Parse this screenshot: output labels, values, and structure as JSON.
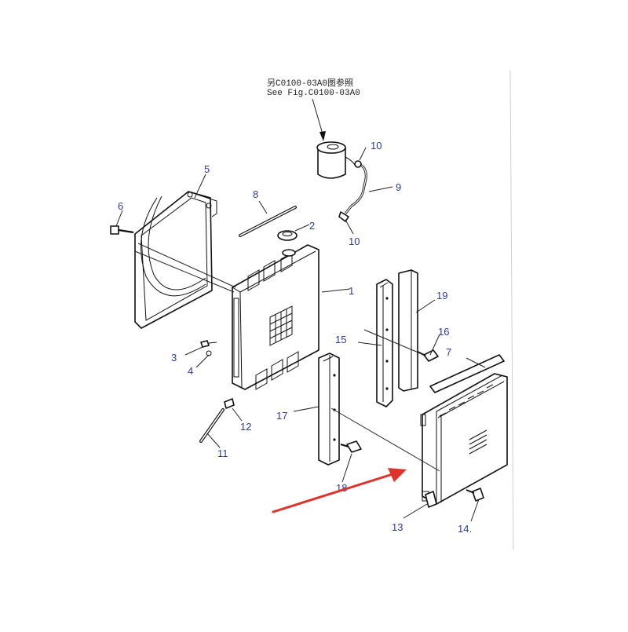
{
  "reference_note": {
    "line1": "另C0100-03A0图参照",
    "line2": "See Fig.C0100-03A0"
  },
  "callouts": [
    "1",
    "2",
    "3",
    "4",
    "5",
    "6",
    "7",
    "8",
    "9",
    "10",
    "10",
    "11",
    "12",
    "13",
    "14.",
    "15",
    "16",
    "17",
    "18",
    "19"
  ],
  "colors": {
    "line": "#111111",
    "callout_text": "#2b3aa6",
    "arrow": "#e0312a"
  }
}
